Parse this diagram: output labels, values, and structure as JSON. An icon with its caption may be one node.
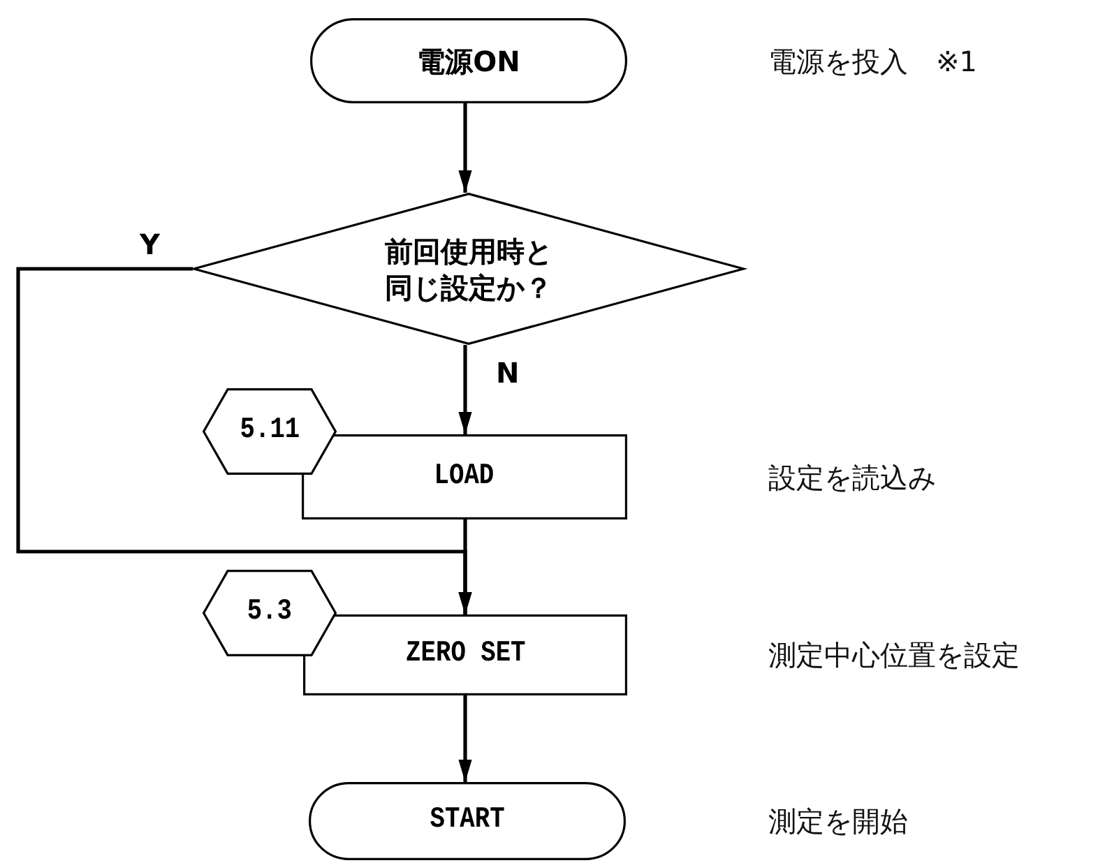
{
  "diagram": {
    "nodes": [
      {
        "text": [
          "電源ON"
        ]
      },
      {
        "text": [
          "前回使用時と同じ設定か？"
        ]
      },
      {
        "text": [
          "LOAD"
        ]
      },
      {
        "text": [
          "5.11"
        ]
      },
      {
        "text": [
          "ZERO SET"
        ]
      },
      {
        "text": [
          "5.3"
        ]
      },
      {
        "text": [
          "START"
        ]
      }
    ],
    "edges": [
      {
        "from": 0,
        "to": 1,
        "arrow": "to"
      },
      {
        "from": 1,
        "to": 2,
        "arrow": "to",
        "label": "N"
      },
      {
        "from": 1,
        "to": 4,
        "arrow": "to",
        "label": "Y"
      },
      {
        "from": 2,
        "to": 4,
        "arrow": "to"
      },
      {
        "from": 4,
        "to": 6,
        "arrow": "to"
      }
    ],
    "labels": [
      "電源を投入　※1",
      "設定を読込み",
      "測定中心位置を設定",
      "測定を開始"
    ]
  }
}
